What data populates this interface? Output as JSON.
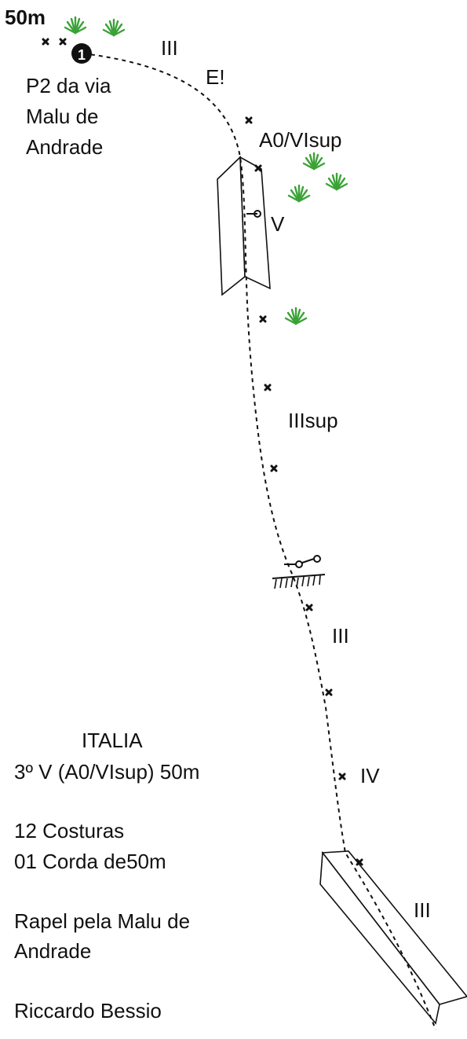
{
  "topo": {
    "belay_number": "1",
    "top_length": "50m",
    "belay_note_lines": [
      "P2 da via",
      "Malu de",
      "Andrade"
    ],
    "warning": "E!",
    "grades": {
      "g1": "III",
      "g2": "A0/VIsup",
      "g3": "V",
      "g4": "IIIsup",
      "g5": "III",
      "g6": "IV",
      "g7": "III"
    },
    "info": {
      "name": "ITALIA",
      "grade_line": "3º V (A0/VIsup) 50m",
      "gear_line1": "12 Costuras",
      "gear_line2": "01 Corda de50m",
      "rappel_line1": "Rapel pela Malu de",
      "rappel_line2": "Andrade",
      "author": "Riccardo Bessio"
    },
    "colors": {
      "grass": "#3aa336",
      "ink": "#111111"
    },
    "icons": [
      "bolt-icon",
      "grass-icon",
      "piton-icon",
      "ledge-icon",
      "belay-station-icon"
    ]
  }
}
